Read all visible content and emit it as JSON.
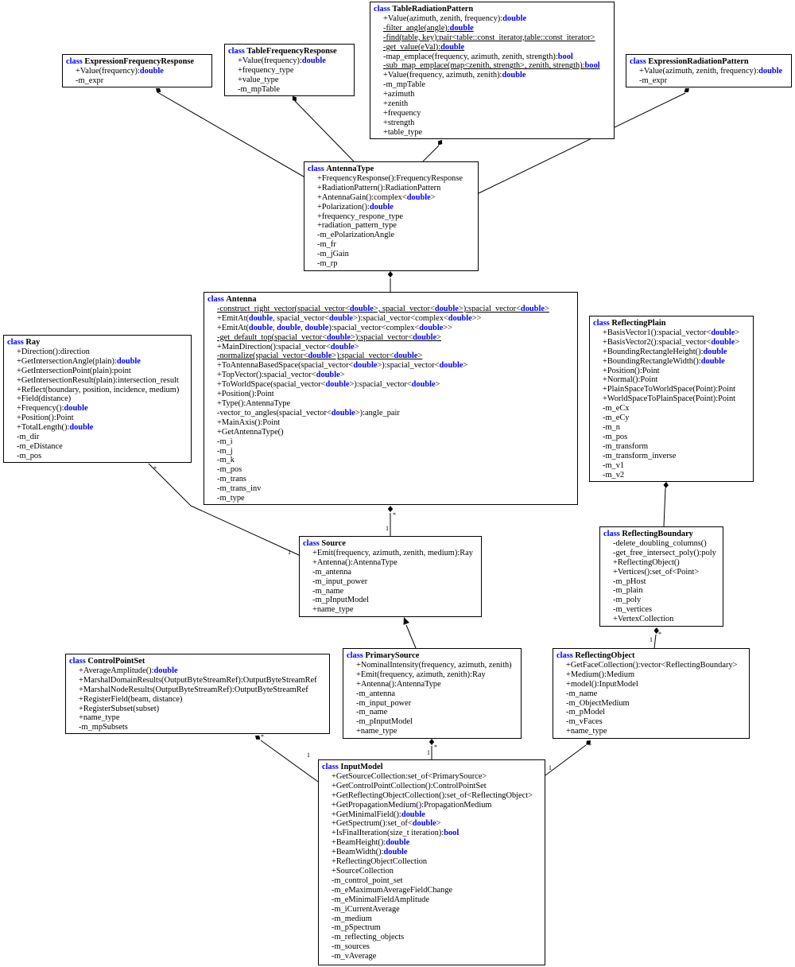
{
  "class_keyword": "class",
  "classes": {
    "expression_frequency_response": {
      "name": "ExpressionFrequencyResponse",
      "members": [
        {
          "t": "+Value(frequency):{d}"
        },
        {
          "t": "-m_expr"
        }
      ]
    },
    "table_frequency_response": {
      "name": "TableFrequencyResponse",
      "members": [
        {
          "t": "+Value(frequency):{d}"
        },
        {
          "t": "+frequency_type"
        },
        {
          "t": "+value_type"
        },
        {
          "t": "-m_mpTable"
        }
      ]
    },
    "table_radiation_pattern": {
      "name": "TableRadiationPattern",
      "members": [
        {
          "t": "+Value(azimuth, zenith, frequency):{d}"
        },
        {
          "t": "-filter_angle(angle):{d}",
          "u": true
        },
        {
          "t": "-find(table, key):pair<table::const_iterator,table::const_iterator>",
          "u": true
        },
        {
          "t": "-get_value(eVal):{d}",
          "u": true
        },
        {
          "t": "-map_emplace(frequency, azimuth, zenith, strength):{b}"
        },
        {
          "t": "-sub_map_emplace(map<zenith, strength>, zenith, strength):{b}",
          "u": true
        },
        {
          "t": "+Value(frequency, azimuth, zenith):{d}"
        },
        {
          "t": "-m_mpTable"
        },
        {
          "t": "+azimuth"
        },
        {
          "t": "+zenith"
        },
        {
          "t": "+frequency"
        },
        {
          "t": "+strength"
        },
        {
          "t": "+table_type"
        }
      ]
    },
    "expression_radiation_pattern": {
      "name": "ExpressionRadiationPattern",
      "members": [
        {
          "t": "+Value(azimuth, zenith, frequency):{d}"
        },
        {
          "t": "-m_expr"
        }
      ]
    },
    "antenna_type": {
      "name": "AntennaType",
      "members": [
        {
          "t": "+FrequencyResponse():FrequencyResponse"
        },
        {
          "t": "+RadiationPattern():RadiationPattern"
        },
        {
          "t": "+AntennaGain():complex<{d}>"
        },
        {
          "t": "+Polarization():{d}"
        },
        {
          "t": "+frequency_respone_type"
        },
        {
          "t": "+radiation_pattern_type"
        },
        {
          "t": "-m_ePolarizationAngle"
        },
        {
          "t": "-m_fr"
        },
        {
          "t": "-m_jGain"
        },
        {
          "t": "-m_rp"
        }
      ]
    },
    "antenna": {
      "name": "Antenna",
      "members": [
        {
          "t": "-construct_right_vector(spacial_vector<{d}>, spacial_vector<{d}>):spacial_vector<{d}>",
          "u": true
        },
        {
          "t": "+EmitAt({d}, spacial_vector<{d}>):spacial_vector<complex<{d}>>"
        },
        {
          "t": "+EmitAt({d}, {d}, {d}):spacial_vector<complex<{d}>>"
        },
        {
          "t": "-get_default_top(spacial_vector<{d}>):spacial_vector<{d}>",
          "u": true
        },
        {
          "t": "+MainDirection():spacial_vector<{d}>"
        },
        {
          "t": "-normalize(spacial_vector<{d}>):spacial_vector<{d}>",
          "u": true
        },
        {
          "t": "+ToAntennaBasedSpace(spacial_vector<{d}>):spacial_vector<{d}>"
        },
        {
          "t": "+TopVector():spacial_vector<{d}>"
        },
        {
          "t": "+ToWorldSpace(spacial_vector<{d}>):spacial_vector<{d}>"
        },
        {
          "t": "+Position():Point"
        },
        {
          "t": "+Type():AntennaType"
        },
        {
          "t": "-vector_to_angles(spacial_vector<{d}>):angle_pair"
        },
        {
          "t": "+MainAxis():Point"
        },
        {
          "t": "+GetAntennaType()"
        },
        {
          "t": "-m_i"
        },
        {
          "t": "-m_j"
        },
        {
          "t": "-m_k"
        },
        {
          "t": "-m_pos"
        },
        {
          "t": "-m_trans"
        },
        {
          "t": "-m_trans_inv"
        },
        {
          "t": "-m_type"
        }
      ]
    },
    "ray": {
      "name": "Ray",
      "members": [
        {
          "t": "+Direction():direction"
        },
        {
          "t": "+GetIntersectionAngle(plain):{d}"
        },
        {
          "t": "+GetIntersectionPoint(plain):point"
        },
        {
          "t": "+GetIntersectionResult(plain):intersection_result"
        },
        {
          "t": "+Reflect(boundary, position, incidence, medium)"
        },
        {
          "t": "+Field(distance)"
        },
        {
          "t": "+Frequency():{d}"
        },
        {
          "t": "+Position():Point"
        },
        {
          "t": "+TotalLength():{d}"
        },
        {
          "t": "-m_dir"
        },
        {
          "t": "-m_eDistance"
        },
        {
          "t": "-m_pos"
        }
      ]
    },
    "reflecting_plain": {
      "name": "ReflectingPlain",
      "members": [
        {
          "t": "+BasisVector1():spacial_vector<{d}>"
        },
        {
          "t": "+BasisVector2():spacial_vector<{d}>"
        },
        {
          "t": "+BoundingRectangleHeight():{d}"
        },
        {
          "t": "+BoundingRectangleWidth():{d}"
        },
        {
          "t": "+Position():Point"
        },
        {
          "t": "+Normal():Point"
        },
        {
          "t": "+PlainSpaceToWorldSpace(Point):Point"
        },
        {
          "t": "+WorldSpaceToPlainSpace(Point):Point"
        },
        {
          "t": "-m_eCx"
        },
        {
          "t": "-m_eCy"
        },
        {
          "t": "-m_n"
        },
        {
          "t": "-m_pos"
        },
        {
          "t": "-m_transform"
        },
        {
          "t": "-m_transform_inverse"
        },
        {
          "t": "-m_v1"
        },
        {
          "t": "-m_v2"
        }
      ]
    },
    "source": {
      "name": "Source",
      "members": [
        {
          "t": "+Emit(frequency, azimuth, zenith, medium):Ray"
        },
        {
          "t": "+Antenna():AntennaType"
        },
        {
          "t": "-m_antenna"
        },
        {
          "t": "-m_input_power"
        },
        {
          "t": "-m_name"
        },
        {
          "t": "-m_pInputModel"
        },
        {
          "t": "+name_type"
        }
      ]
    },
    "reflecting_boundary": {
      "name": "ReflectingBoundary",
      "members": [
        {
          "t": "-delete_doubling_columns()"
        },
        {
          "t": "-get_free_intersect_poly():poly"
        },
        {
          "t": "+ReflectingObject()"
        },
        {
          "t": "+Vertices():set_of<Point>"
        },
        {
          "t": "-m_pHost"
        },
        {
          "t": "-m_plain"
        },
        {
          "t": "-m_poly"
        },
        {
          "t": "-m_vertices"
        },
        {
          "t": "+VertexCollection"
        }
      ]
    },
    "control_point_set": {
      "name": "ControlPointSet",
      "members": [
        {
          "t": "+AverageAmplitude():{d}"
        },
        {
          "t": "+MarshalDomainResults(OutputByteStreamRef):OutputByteStreamRef"
        },
        {
          "t": "+MarshalNodeResults(OutputByteStreamRef):OutputByteStreamRef"
        },
        {
          "t": "+RegisterField(beam, distance)"
        },
        {
          "t": "+RegisterSubset(subset)"
        },
        {
          "t": "+name_type"
        },
        {
          "t": "-m_mpSubsets"
        }
      ]
    },
    "primary_source": {
      "name": "PrimarySource",
      "members": [
        {
          "t": "+NominalIntensity(frequency, azimuth, zenith)"
        },
        {
          "t": "+Emit(frequency, azimuth, zenith):Ray"
        },
        {
          "t": "+Antenna():AntennaType"
        },
        {
          "t": "-m_antenna"
        },
        {
          "t": "-m_input_power"
        },
        {
          "t": "-m_name"
        },
        {
          "t": "-m_pInputModel"
        },
        {
          "t": "+name_type"
        }
      ]
    },
    "reflecting_object": {
      "name": "ReflectingObject",
      "members": [
        {
          "t": "+GetFaceCollection():vector<ReflectingBoundary>"
        },
        {
          "t": "+Medium():Medium"
        },
        {
          "t": "+model():InputModel"
        },
        {
          "t": "-m_name"
        },
        {
          "t": "-m_ObjectMedium"
        },
        {
          "t": "-m_pModel"
        },
        {
          "t": "-m_vFaces"
        },
        {
          "t": "+name_type"
        }
      ]
    },
    "input_model": {
      "name": "InputModel",
      "members": [
        {
          "t": "+GetSourceCollection:set_of<PrimarySource>"
        },
        {
          "t": "+GetControlPointCollection():ControlPointSet"
        },
        {
          "t": "+GetReflectingObjectCollection():set_of<ReflectingObject>"
        },
        {
          "t": "+GetPropagationMedium():PropagationMedium"
        },
        {
          "t": "+GetMinimalField():{d}"
        },
        {
          "t": "+GetSpectrum():set_of<{d}>"
        },
        {
          "t": "+IsFinalIteration(size_t iteration):{b}"
        },
        {
          "t": "+BeamHeight():{d}"
        },
        {
          "t": "+BeamWidth():{d}"
        },
        {
          "t": "+ReflectingObjectCollection"
        },
        {
          "t": "+SourceCollection"
        },
        {
          "t": "-m_control_point_set"
        },
        {
          "t": "-m_eMaximumAverageFieldChange"
        },
        {
          "t": "-m_eMinimalFieldAmplitude"
        },
        {
          "t": "-m_iCurrentAverage"
        },
        {
          "t": "-m_medium"
        },
        {
          "t": "-m_pSpectrum"
        },
        {
          "t": "-m_reflecting_objects"
        },
        {
          "t": "-m_sources"
        },
        {
          "t": "-m_vAverage"
        }
      ]
    }
  },
  "type_keywords": {
    "d": "double",
    "b": "bool"
  },
  "multiplicity": {
    "many": "*",
    "one": "1"
  },
  "colors": {
    "keyword": "#0000ff",
    "line": "#000000"
  }
}
